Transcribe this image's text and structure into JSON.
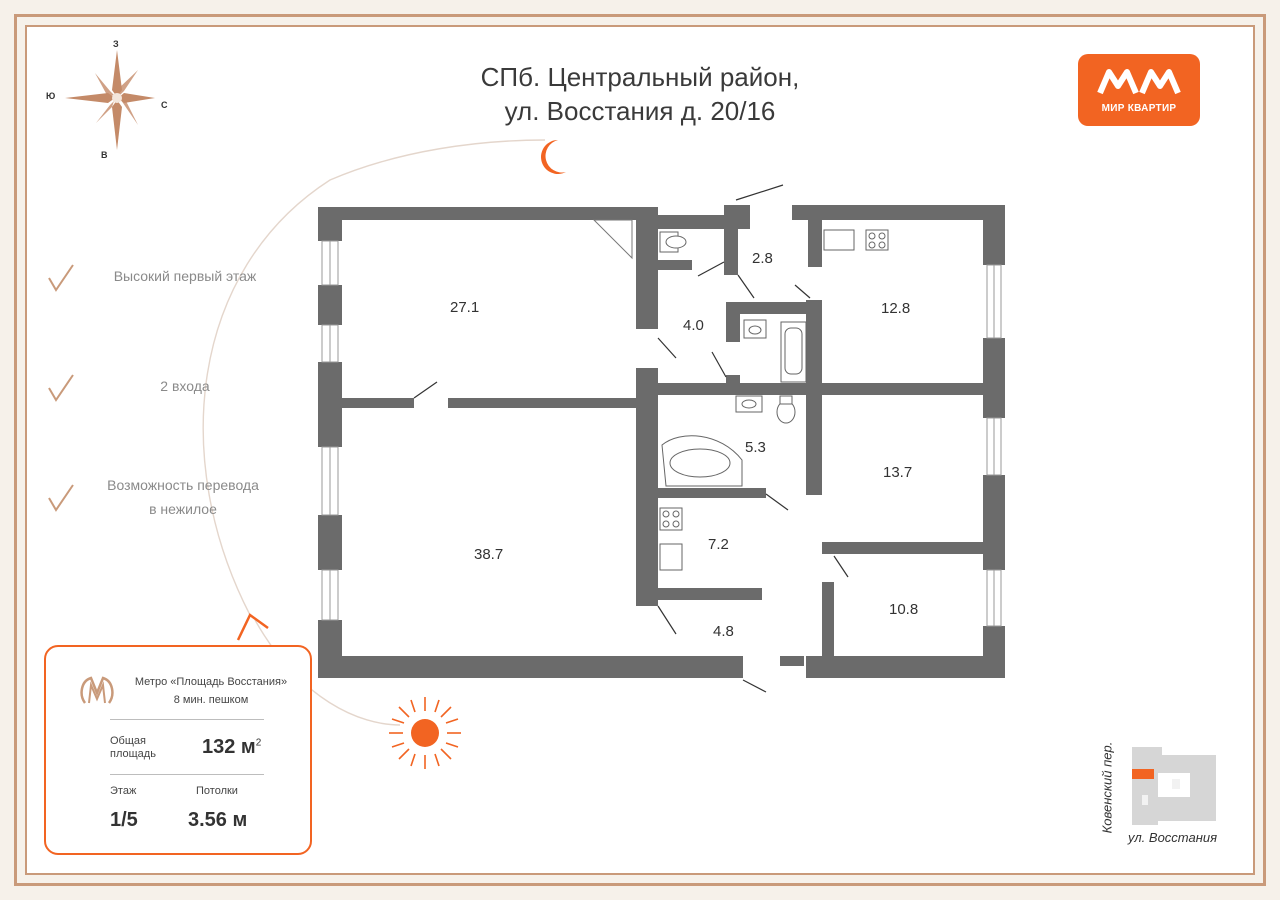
{
  "header": {
    "title_line1": "СПб. Центральный район,",
    "title_line2": "ул. Восстания д. 20/16"
  },
  "logo": {
    "text": "МИР КВАРТИР"
  },
  "compass": {
    "north": "З",
    "west": "Ю",
    "east": "С",
    "south": "В"
  },
  "features": [
    {
      "line1": "Высокий первый этаж",
      "line2": ""
    },
    {
      "line1": "2 входа",
      "line2": ""
    },
    {
      "line1": "Возможность перевода",
      "line2": "в нежилое"
    }
  ],
  "info": {
    "metro_line1": "Метро «Площадь Восстания»",
    "metro_line2": "8 мин. пешком",
    "area_label_1": "Общая",
    "area_label_2": "площадь",
    "area_value": "132 м",
    "area_unit_sup": "2",
    "floor_label": "Этаж",
    "floor_value": "1/5",
    "ceiling_label": "Потолки",
    "ceiling_value": "3.56 м"
  },
  "rooms": [
    {
      "id": "room-27-1",
      "area": "27.1"
    },
    {
      "id": "room-38-7",
      "area": "38.7"
    },
    {
      "id": "room-4-0",
      "area": "4.0"
    },
    {
      "id": "room-2-8",
      "area": "2.8"
    },
    {
      "id": "room-12-8",
      "area": "12.8"
    },
    {
      "id": "room-5-3",
      "area": "5.3"
    },
    {
      "id": "room-13-7",
      "area": "13.7"
    },
    {
      "id": "room-7-2",
      "area": "7.2"
    },
    {
      "id": "room-4-8",
      "area": "4.8"
    },
    {
      "id": "room-10-8",
      "area": "10.8"
    }
  ],
  "location": {
    "street_vertical": "Ковенский пер.",
    "street_horizontal": "ул. Восстания"
  },
  "colors": {
    "accent": "#f26422",
    "wall": "#6b6b6b",
    "frame": "#c99a7a",
    "compass": "#c48a68"
  }
}
